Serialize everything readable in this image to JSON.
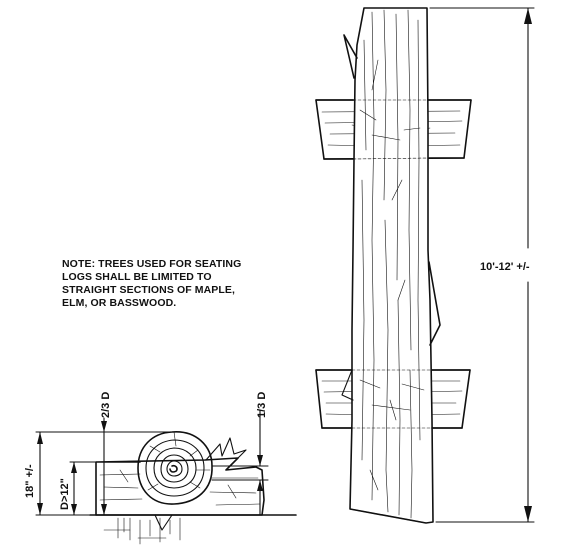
{
  "note": {
    "lines": [
      "NOTE: TREES USED FOR SEATING",
      "LOGS SHALL BE LIMITED TO",
      "STRAIGHT SECTIONS OF MAPLE,",
      "ELM, OR BASSWOOD."
    ]
  },
  "dimensions": {
    "log_length": "10'-12' +/-",
    "two_thirds": "2/3 D",
    "one_third": "1/3 D",
    "seat_height": "18\" +/-",
    "diameter": "D>12\""
  }
}
